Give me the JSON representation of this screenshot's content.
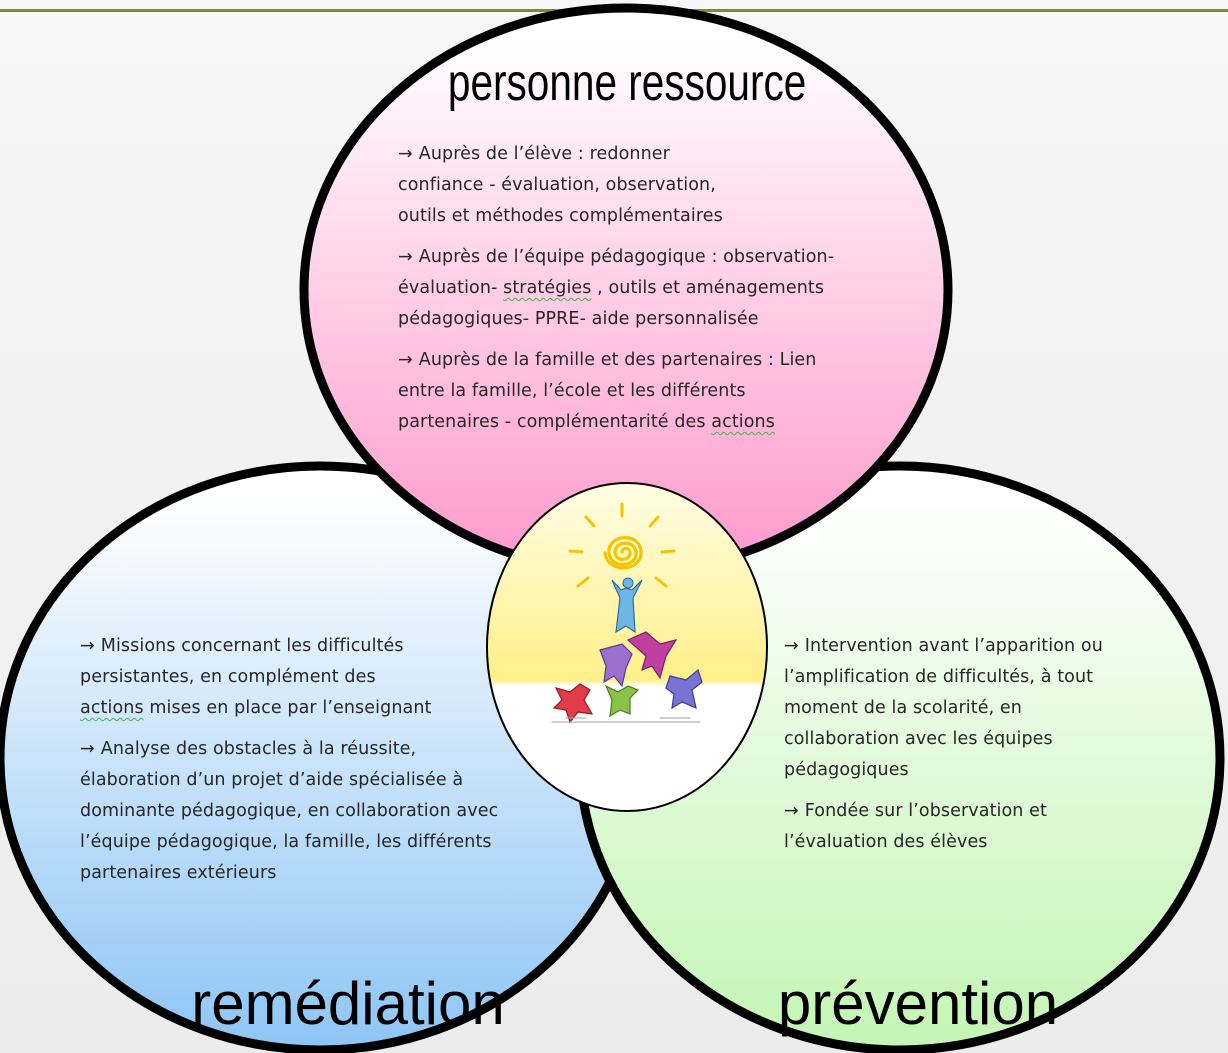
{
  "colors": {
    "top_rule": "#7f8c2a",
    "ring": "#000000",
    "pink_top": "#ffffff",
    "pink_bottom": "#ff99cc",
    "blue_top": "#ffffff",
    "blue_bottom": "#8ec5f5",
    "green_top": "#ffffff",
    "green_bottom": "#c3f5b4",
    "center_top": "#fffde6",
    "center_bottom": "#fff089",
    "sun": "#f5c400",
    "figure_blue": "#6fb6e6",
    "figure_purple": "#9a6fcf",
    "figure_magenta": "#c03fa0",
    "figure_red": "#e23b4a",
    "figure_green": "#8bc34a",
    "figure_violet": "#7a73d6"
  },
  "center_icon": "teamwork-people-tower-icon",
  "arrow_glyph": "→",
  "circles": {
    "top": {
      "title": "personne ressource",
      "paragraphs": [
        {
          "lines": [
            "Auprès de l’élève : redonner",
            "confiance - évaluation, observation,",
            "outils et méthodes  complémentaires"
          ]
        },
        {
          "lines": [
            "Auprès de l’équipe pédagogique : observation-",
            "évaluation- stratégies , outils  et aménagements",
            "pédagogiques-  PPRE- aide personnalisée"
          ]
        },
        {
          "lines": [
            "Auprès de la famille et des partenaires : Lien",
            "entre la famille, l’école et les différents",
            "partenaires - complémentarité des actions"
          ]
        }
      ]
    },
    "left": {
      "title": "remédiation",
      "paragraphs": [
        {
          "lines": [
            "Missions  concernant les difficultés",
            "persistantes, en complément des",
            "actions mises en place par l’enseignant"
          ]
        },
        {
          "lines": [
            "Analyse des obstacles à la réussite,",
            "élaboration d’un projet d’aide spécialisée à",
            "dominante pédagogique, en collaboration avec",
            "l’équipe pédagogique, la famille, les différents",
            "partenaires extérieurs"
          ]
        }
      ]
    },
    "right": {
      "title": "prévention",
      "paragraphs": [
        {
          "lines": [
            "Intervention avant l’apparition ou",
            "l’amplification de difficultés, à tout",
            "moment de la scolarité, en",
            "collaboration  avec les équipes",
            "pédagogiques"
          ]
        },
        {
          "lines": [
            "Fondée sur l’observation et",
            "l’évaluation des élèves"
          ]
        }
      ]
    }
  }
}
